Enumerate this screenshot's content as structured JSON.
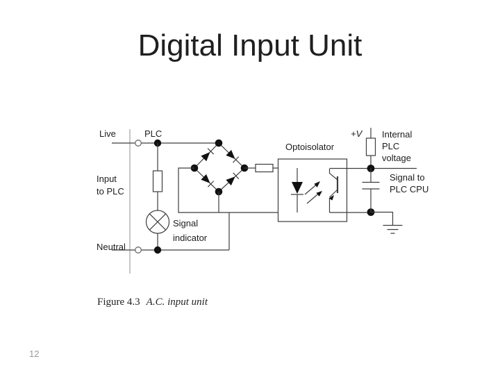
{
  "slide": {
    "title": "Digital Input Unit",
    "page_number": "12"
  },
  "diagram": {
    "labels": {
      "live": "Live",
      "plc": "PLC",
      "input_to_plc": "Input\nto PLC",
      "neutral": "Neutral",
      "signal_indicator": "Signal\nindicator",
      "optoisolator": "Optoisolator",
      "plus_v": "+V",
      "internal_plc_voltage": "Internal\nPLC\nvoltage",
      "signal_to_plc_cpu": "Signal to\nPLC CPU"
    },
    "caption": {
      "figure": "Figure 4.3",
      "title": "A.C. input unit"
    },
    "colors": {
      "wire": "#3d3d3d",
      "text": "#1c1c1c",
      "muted_gray": "#9a9a9a"
    }
  }
}
